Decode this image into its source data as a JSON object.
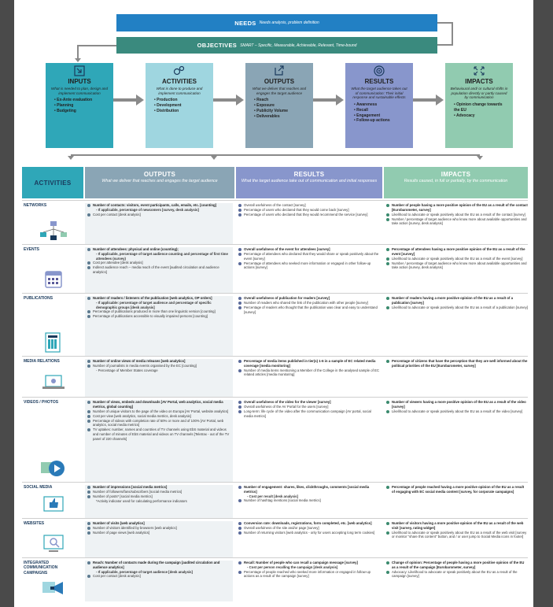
{
  "header": {
    "needs_title": "NEEDS",
    "needs_sub": "Needs analysis, problem definition",
    "objectives_title": "OBJECTIVES",
    "objectives_sub": "SMART – Specific, Measurable, Achievable, Relevant, Time-bound"
  },
  "flow": [
    {
      "title": "INPUTS",
      "desc": "What is needed to plan, design and implement communication",
      "items": [
        "Ex-Ante evaluation",
        "Planning",
        "Budgeting"
      ],
      "color": "#2fa7b8",
      "icon": "inbox-arrow-icon"
    },
    {
      "title": "ACTIVITIES",
      "desc": "What is done to produce and implement communication",
      "items": [
        "Production",
        "Development",
        "Distribution"
      ],
      "color": "#9fd6e0",
      "icon": "gears-icon"
    },
    {
      "title": "OUTPUTS",
      "desc": "What we deliver that reaches and engages the target audience",
      "items": [
        "Reach",
        "Exposure",
        "Publicity Volume",
        "Deliverables"
      ],
      "color": "#8aa5b5",
      "icon": "share-arrow-icon"
    },
    {
      "title": "RESULTS",
      "desc": "What the target audience takes out of communication: Their initial response and sustainable effects",
      "items": [
        "Awareness",
        "Recall",
        "Engagement",
        "Follow-up actions"
      ],
      "color": "#8896cc",
      "icon": "target-icon"
    },
    {
      "title": "IMPACTS",
      "desc": "Behavioural and/ or cultural shifts in population directly or partly caused by communication",
      "items": [
        "Opinion change towards the EU",
        "Advocacy"
      ],
      "color": "#91cbb0",
      "icon": "expand-icon"
    }
  ],
  "table": {
    "activities_header": "ACTIVITIES",
    "outputs_header": "OUTPUTS",
    "outputs_sub": "What we deliver that reaches and engages the target audience",
    "results_header": "RESULTS",
    "results_sub": "What the target audience take out of communication and initial responses",
    "impacts_header": "IMPACTS",
    "impacts_sub": "Results caused, in full or partially, by the communication",
    "rows": [
      {
        "label": "NETWORKS",
        "icon": "network-icon",
        "outputs": [
          {
            "t": "Number of contacts: visitors, event participants, calls, emails, etc. [counting]",
            "b": true
          },
          {
            "t": "- If applicable, percentage of newcomers [survey, desk analysis]",
            "sub": true
          },
          {
            "t": "Cost per contact [desk analysis]"
          }
        ],
        "results": [
          {
            "t": "Overall usefulness of the contact [survey]"
          },
          {
            "t": "Percentage of users who declared that they would come back [survey]"
          },
          {
            "t": "Percentage of users who declared that they would recommend the service [survey]"
          }
        ],
        "impacts": [
          {
            "t": "Number of people having a more positive opinion of the EU as a result of the contact [Eurobarometer, survey]",
            "b": true
          },
          {
            "t": "Likelihood to advocate or speak positively about the EU as a result of the contact [survey]"
          },
          {
            "t": "Number / percentage of target audience who know more about available opportunities and take action [survey, desk analysis]"
          }
        ]
      },
      {
        "label": "EVENTS",
        "icon": "calendar-icon",
        "outputs": [
          {
            "t": "Number of attendees: physical and online (counting);",
            "b": true
          },
          {
            "t": "- If applicable, percentage of target audience counting and percentage of first time attendees (survey)",
            "sub": true
          },
          {
            "t": "Cost per attendee [desk analysis]"
          },
          {
            "t": "Indirect audience reach – media reach of the event [audited circulation and audience analytics]"
          }
        ],
        "results": [
          {
            "t": "Overall usefulness of the event for attendees [survey]",
            "b": true
          },
          {
            "t": "Percentage of attendees who declared that they would share or speak positively about the event [survey]"
          },
          {
            "t": "Percentage of attendees who seeked more information or engaged in other follow-up actions [survey]"
          }
        ],
        "impacts": [
          {
            "t": "Percentage of attendees having a more positive opinion of the EU as a result of the event [survey]",
            "b": true
          },
          {
            "t": "Likelihood to advocate or speak positively about the EU as a result of the event [survey]"
          },
          {
            "t": "Number / percentage of target audience who know more about available opportunities and take action [survey, desk analysis]"
          }
        ]
      },
      {
        "label": "PUBLICATIONS",
        "icon": "publication-icon",
        "outputs": [
          {
            "t": "Number of readers / listeners of the publication [web analytics, OP orders]",
            "b": true
          },
          {
            "t": "- If applicable: percentage of target audience and percentage of specific demographic groups [desk analysis]",
            "sub": true
          },
          {
            "t": "Percentage of publications produced in more than one linguistic version [counting]"
          },
          {
            "t": "Percentage of publications accessible to visually impaired persons [counting]"
          }
        ],
        "results": [
          {
            "t": "Overall usefulness of publication for readers [survey]",
            "b": true
          },
          {
            "t": "Number of readers who shared the link of the publication with other people [survey]"
          },
          {
            "t": "Percentage of readers who thought that the publication was clear and easy to understand [survey]"
          }
        ],
        "impacts": [
          {
            "t": "Number of readers having a more positive opinion of the EU as a result of a publication [survey]",
            "b": true
          },
          {
            "t": "Likelihood to advocate or speak positively about the EU as a result of a publication [survey]"
          }
        ]
      },
      {
        "label": "MEDIA RELATIONS",
        "icon": "laptop-icon",
        "outputs": [
          {
            "t": "Number of online views of media releases [web analytics]",
            "b": true
          },
          {
            "t": "Number of journalists in media events organised by the EC [counting]"
          },
          {
            "t": "- Percentage of Member States coverage",
            "sub2": true
          }
        ],
        "results": [
          {
            "t": "Percentage of media items published in tier(s) 1-6 in a sample of EC related media coverage [media monitoring]",
            "b": true
          },
          {
            "t": "Number of media items mentioning a Member of the College in the analysed sample of EC related articles [media monitoring]"
          }
        ],
        "impacts": [
          {
            "t": "Percentage of citizens that have the perception that they are well informed about the political priorities of the EU [Eurobarometer, survey]",
            "b": true
          }
        ]
      },
      {
        "label": "VIDEOS / PHOTOS",
        "icon": "video-play-icon",
        "outputs": [
          {
            "t": "Number of views, embeds and downloads [AV Portal, web analytics, social media metrics, global counting]",
            "b": true
          },
          {
            "t": "Number of unique visitors to the page of the video on Europa [AV Portal, website analytics]"
          },
          {
            "t": "Cost per view [web analytics, social media metrics, desk analysis]"
          },
          {
            "t": "Percentage of videos with completion rate of 50% or more and of 100% [AV Portal, web analytics, social media metrics]"
          },
          {
            "t": "TV uptakes: number, names and countries of TV channels using EbS material and videos and number of minutes of EbS material and videos on TV channels [Teletrax - out of the TV panel of 220 channels]"
          }
        ],
        "results": [
          {
            "t": "Overall usefulness of the video for the viewer [survey]",
            "b": true
          },
          {
            "t": "Overall usefulness of the AV Portal for the users [survey]"
          },
          {
            "t": "Long-term: life cycle of the video after the communication campaign [AV portal, social media metrics]"
          }
        ],
        "impacts": [
          {
            "t": "Number of viewers having a more positive opinion of the EU as a result of the video [survey]",
            "b": true
          },
          {
            "t": "Likelihood to advocate or speak positively about the EU as a result of the video [survey]"
          }
        ]
      },
      {
        "label": "SOCIAL MEDIA",
        "icon": "thumbs-up-icon",
        "outputs": [
          {
            "t": "Number of impressions [social media metrics]",
            "b": true
          },
          {
            "t": "Number of followers/fans/subscribers [social media metrics]"
          },
          {
            "t": "Number of posts* [social media metrics]"
          },
          {
            "t": "*Activity indicator used for calculating performance indicators",
            "sub2": true
          }
        ],
        "results": [
          {
            "t": "Number of engagement: shares, likes, clickthroughs, comments [social media metrics]",
            "b": true
          },
          {
            "t": "- Cost per result [desk analysis]",
            "sub": true
          },
          {
            "t": "Number of hashtag mentions [social media metrics]"
          }
        ],
        "impacts": [
          {
            "t": "Percentage of people reached having a more positive opinion of the EU as a result of engaging with EC social media content [survey, for corporate campaigns]",
            "b": true
          }
        ]
      },
      {
        "label": "WEBSITES",
        "icon": "search-screen-icon",
        "outputs": [
          {
            "t": "Number of visits [web analytics]",
            "b": true
          },
          {
            "t": "Number of visitors identified by browsers [web analytics]"
          },
          {
            "t": "Number of page views [web analytics]"
          }
        ],
        "results": [
          {
            "t": "Conversion rate: downloads, registrations, form completed, etc. [web analytics]",
            "b": true
          },
          {
            "t": "Overall usefulness of the site and/or page [survey]"
          },
          {
            "t": "Number of returning visitors [web analytics - only for users accepting long term cookies]"
          }
        ],
        "impacts": [
          {
            "t": "Number of visitors having a more positive opinion of the EU as a result of the web visit [survey, rating widget]",
            "b": true
          },
          {
            "t": "Likelihood to advocate or speak positively about the EU as a result of the web visit [survey or monitor \"share this content\" button, and / or user jump to Social Media icons in footer]"
          }
        ]
      },
      {
        "label": "INTEGRATED COMMUNICATION CAMPAIGNS",
        "icon": "megaphone-icon",
        "outputs": [
          {
            "t": "Reach: Number of contacts made during the campaign [audited circulation and audience analytics]",
            "b": true
          },
          {
            "t": "- If applicable, percentage of target audience [desk analysis]",
            "sub": true
          },
          {
            "t": "Cost per contact [desk analysis]"
          }
        ],
        "results": [
          {
            "t": "Recall: Number of people who can recall a campaign message [survey]",
            "b": true
          },
          {
            "t": "- Cost per person recalling the campaign [desk analysis]",
            "sub": true
          },
          {
            "t": "Percentage of people reached who seeked more information or engaged in follow-up actions as a result of the campaign [survey]"
          }
        ],
        "impacts": [
          {
            "t": "Change of opinion: Percentage of people having a more positive opinion of the EU as a result of the campaign [Eurobarometer, survey]",
            "b": true
          },
          {
            "t": "Advocacy: Likelihood to advocate or speak positively about the EU as a result of the campaign [survey]"
          }
        ]
      }
    ]
  }
}
